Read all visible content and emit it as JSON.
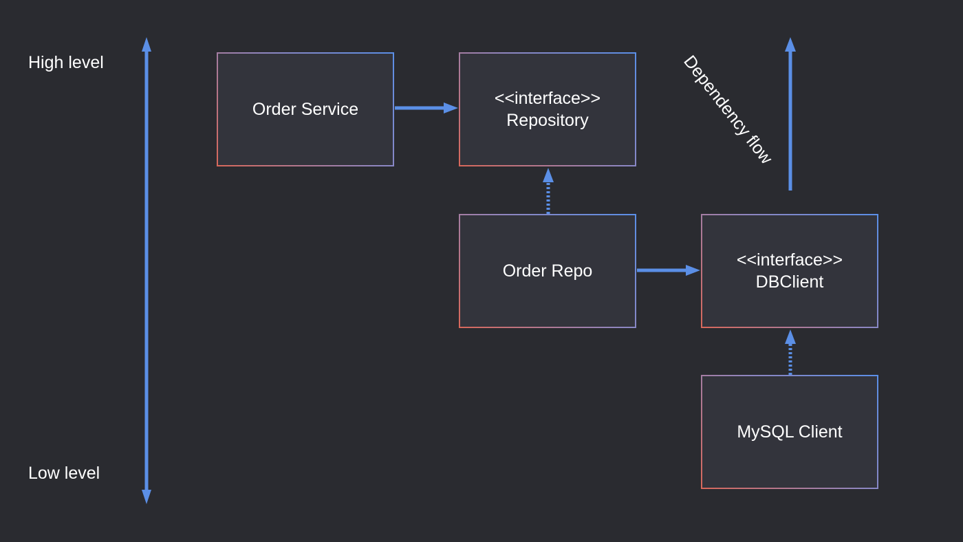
{
  "labels": {
    "high_level": "High level",
    "low_level": "Low level",
    "dependency_flow": "Dependency flow"
  },
  "boxes": {
    "order_service": {
      "line1": "Order Service"
    },
    "repository": {
      "line1": "<<interface>>",
      "line2": "Repository"
    },
    "order_repo": {
      "line1": "Order Repo"
    },
    "dbclient": {
      "line1": "<<interface>>",
      "line2": "DBClient"
    },
    "mysql_client": {
      "line1": "MySQL Client"
    }
  },
  "colors": {
    "background": "#2a2b30",
    "box_fill": "#33343c",
    "arrow": "#5b8fe6",
    "border_blue": "#5a8fe8",
    "border_red": "#d9685a",
    "text": "#ffffff"
  }
}
